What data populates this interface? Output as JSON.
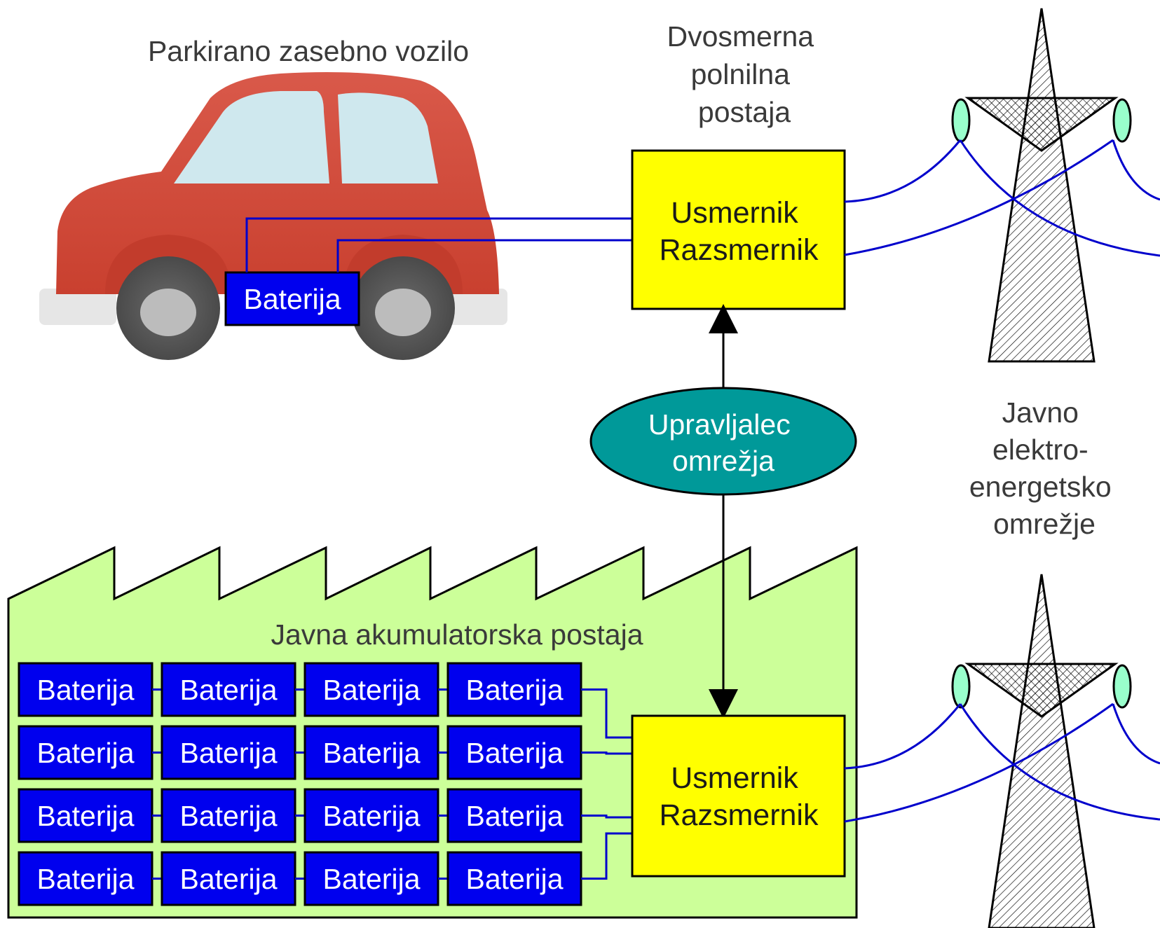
{
  "diagram": {
    "vehicle_label": "Parkirano zasebno vozilo",
    "station_label": [
      "Dvosmerna",
      "polnilna",
      "postaja"
    ],
    "car_battery": "Baterija",
    "converter_top": [
      "Usmernik",
      "Razsmernik"
    ],
    "converter_bottom": [
      "Usmernik",
      "Razsmernik"
    ],
    "controller": [
      "Upravljalec",
      "omrežja"
    ],
    "grid_label": [
      "Javno",
      "elektro-",
      "energetsko",
      "omrežje"
    ],
    "storage_label": "Javna akumulatorska postaja",
    "battery_grid": [
      [
        "Baterija",
        "Baterija",
        "Baterija",
        "Baterija"
      ],
      [
        "Baterija",
        "Baterija",
        "Baterija",
        "Baterija"
      ],
      [
        "Baterija",
        "Baterija",
        "Baterija",
        "Baterija"
      ],
      [
        "Baterija",
        "Baterija",
        "Baterija",
        "Baterija"
      ]
    ]
  },
  "colors": {
    "car_body": "#d2503f",
    "battery": "#0000ee",
    "converter": "#ffff00",
    "controller": "#009999",
    "factory": "#ccff99",
    "wire": "#0000cc",
    "insulator": "#99ffcc"
  },
  "icons": [
    "car-icon",
    "transmission-tower-icon",
    "factory-icon"
  ]
}
